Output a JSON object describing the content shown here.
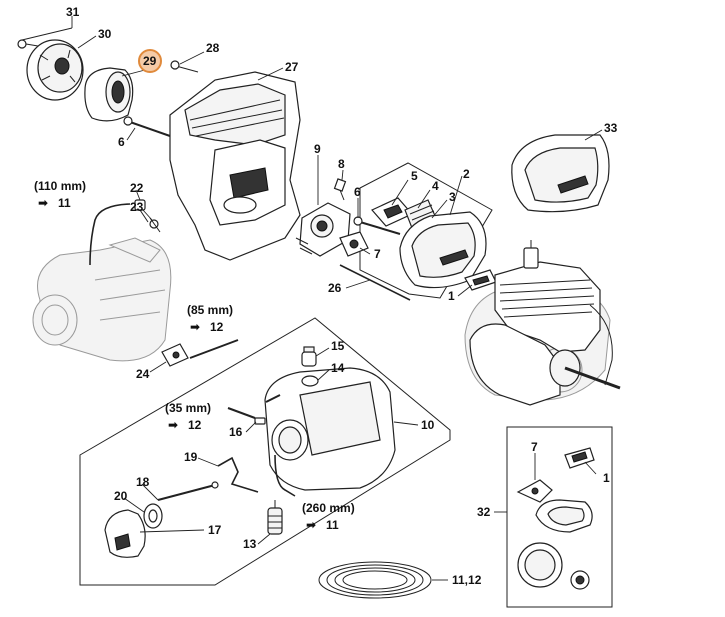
{
  "callouts": {
    "c31": "31",
    "c30": "30",
    "c29": "29",
    "c28": "28",
    "c27": "27",
    "c6a": "6",
    "c9": "9",
    "c8": "8",
    "c6b": "6",
    "c5": "5",
    "c4": "4",
    "c3": "3",
    "c2": "2",
    "c33": "33",
    "c22": "22",
    "c23": "23",
    "c7a": "7",
    "c26": "26",
    "c1a": "1",
    "c24": "24",
    "c15": "15",
    "c14": "14",
    "c10": "10",
    "c16": "16",
    "c19": "19",
    "c18": "18",
    "c20": "20",
    "c17": "17",
    "c13": "13",
    "c11_12": "11,12",
    "c32": "32",
    "c7b": "7",
    "c1b": "1"
  },
  "references": {
    "r110": {
      "size": "(110 mm)",
      "target": "11"
    },
    "r85": {
      "size": "(85 mm)",
      "target": "12"
    },
    "r35": {
      "size": "(35 mm)",
      "target": "12"
    },
    "r260": {
      "size": "(260 mm)",
      "target": "11"
    }
  },
  "arrow_glyph": "➡",
  "highlight": {
    "part": "29",
    "fill": "#f5cba7",
    "stroke": "#e08a3c"
  }
}
